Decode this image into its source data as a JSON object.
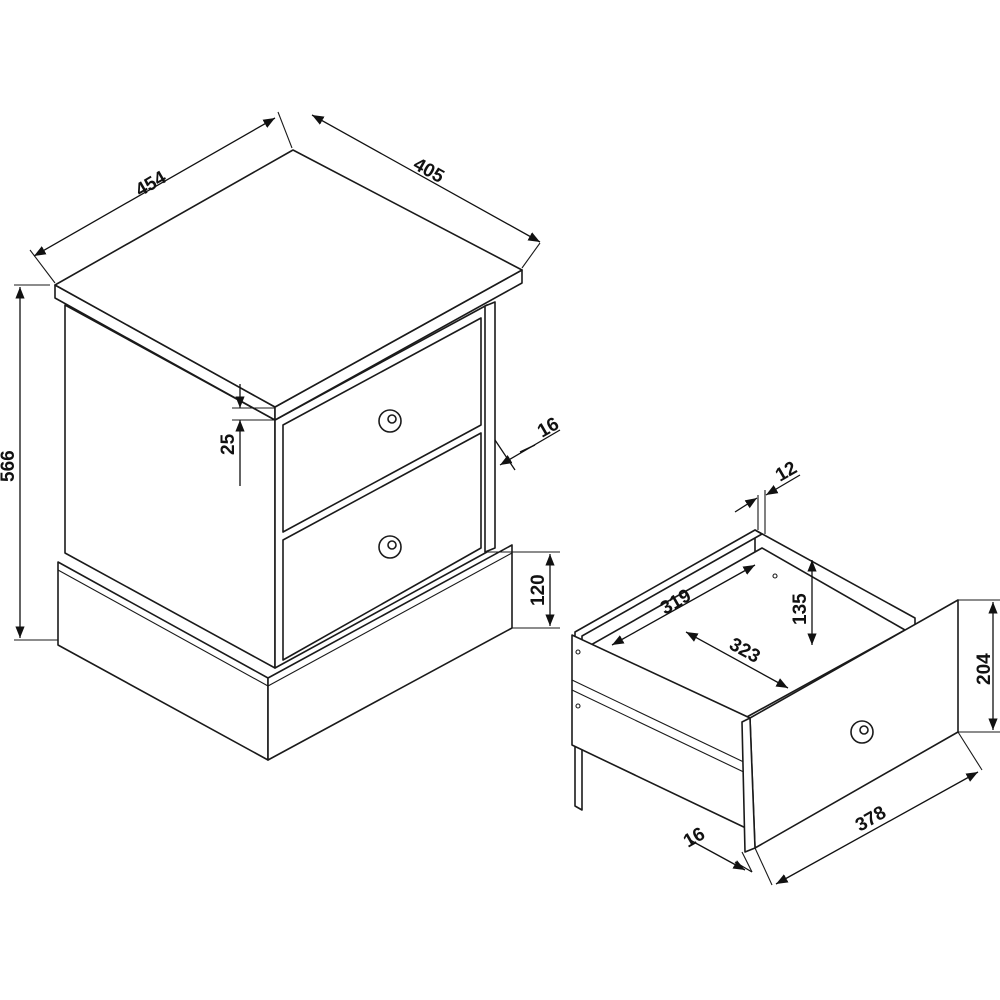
{
  "title": "Bedside cabinet dimension drawing",
  "dimensions": {
    "cabinet_width": "454",
    "cabinet_depth": "405",
    "cabinet_height": "566",
    "top_thickness": "25",
    "side_inset": "16",
    "plinth_height": "120",
    "drawer_side_thickness": "12",
    "drawer_inner_width": "319",
    "drawer_inner_height": "135",
    "drawer_inner_depth": "323",
    "drawer_front_height": "204",
    "drawer_front_width": "378",
    "drawer_front_thickness": "16"
  },
  "colors": {
    "line": "#1a1a1a",
    "background": "#ffffff"
  }
}
